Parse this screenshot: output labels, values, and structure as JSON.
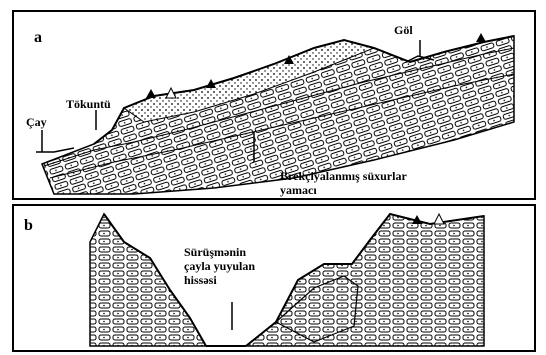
{
  "panel_a": {
    "letter": "a",
    "labels": {
      "lake": "Göl",
      "debris": "Tökuntü",
      "river": "Çay",
      "slope_line1": "Brekçiyalanmış  süxurlar",
      "slope_line2": "yamacı"
    }
  },
  "panel_b": {
    "letter": "b",
    "labels": {
      "landslide_line1": "Sürüşmənin",
      "landslide_line2": "çayla yuyulan",
      "landslide_line3": "hissəsi"
    }
  }
}
